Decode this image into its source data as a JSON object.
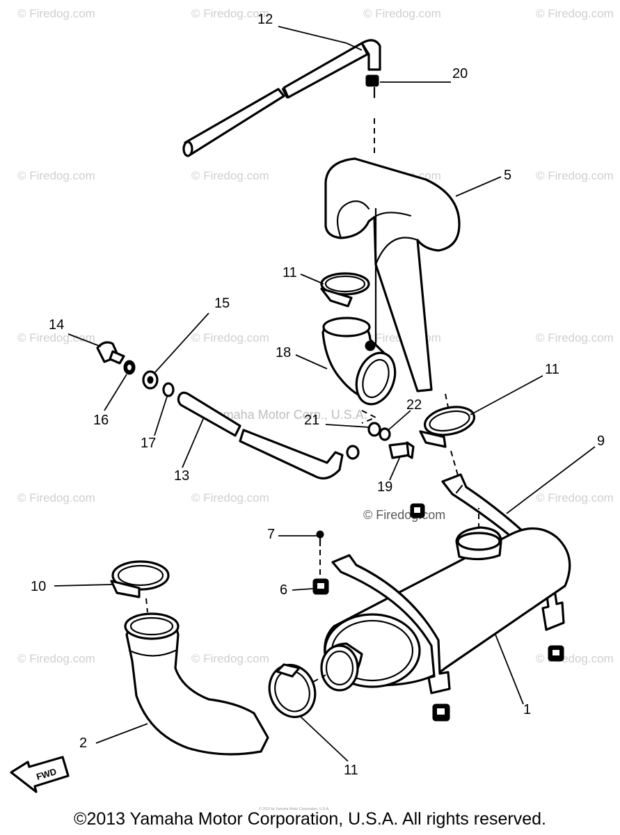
{
  "watermark": "© Firedog.com",
  "watermark_overlay": "Yamaha Motor Corp., U.S.A.",
  "fwd_label": "FWD",
  "fine_print": "© 2013 by Yamaha Motor Corporation, U.S.A.",
  "copyright": "©2013 Yamaha Motor Corporation, U.S.A. All rights reserved.",
  "callouts": [
    {
      "id": "1",
      "text": "1"
    },
    {
      "id": "2",
      "text": "2"
    },
    {
      "id": "5",
      "text": "5"
    },
    {
      "id": "6",
      "text": "6"
    },
    {
      "id": "7",
      "text": "7"
    },
    {
      "id": "9",
      "text": "9"
    },
    {
      "id": "10",
      "text": "10"
    },
    {
      "id": "11a",
      "text": "11"
    },
    {
      "id": "11b",
      "text": "11"
    },
    {
      "id": "11c",
      "text": "11"
    },
    {
      "id": "12",
      "text": "12"
    },
    {
      "id": "13",
      "text": "13"
    },
    {
      "id": "14",
      "text": "14"
    },
    {
      "id": "15",
      "text": "15"
    },
    {
      "id": "16",
      "text": "16"
    },
    {
      "id": "17",
      "text": "17"
    },
    {
      "id": "18",
      "text": "18"
    },
    {
      "id": "19",
      "text": "19"
    },
    {
      "id": "20",
      "text": "20"
    },
    {
      "id": "21",
      "text": "21"
    },
    {
      "id": "22",
      "text": "22"
    }
  ]
}
